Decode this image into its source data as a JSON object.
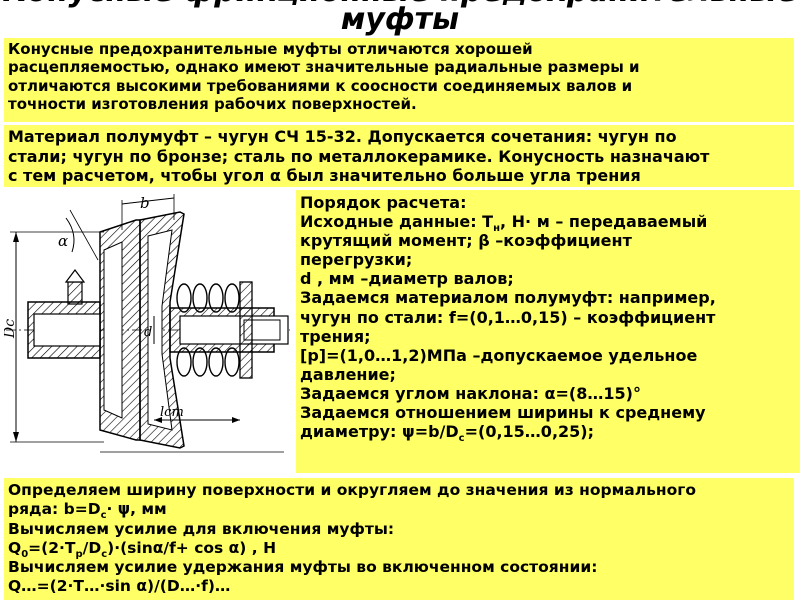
{
  "slide": {
    "title": "Конусные фрикционные предохранительные муфты"
  },
  "intro": {
    "lines": [
      "Конусные предохранительные муфты отличаются хорошей",
      "расцепляемостью, однако имеют значительные радиальные размеры и",
      "отличаются высокими требованиями к соосности соединяемых валов и",
      "точности изготовления рабочих поверхностей."
    ]
  },
  "material": {
    "lines": [
      "Материал полумуфт – чугун СЧ 15-32. Допускается сочетания: чугун по",
      "стали; чугун по бронзе; сталь по металлокерамике. Конусность назначают",
      "с тем расчетом, чтобы угол α был значительно больше угла трения"
    ]
  },
  "figure": {
    "label_b": "b",
    "label_alpha": "α",
    "label_Dc": "Dc",
    "label_d": "d",
    "label_lst": "lст"
  },
  "calc": {
    "heading": "Порядок расчета:",
    "t_source_a": "Исходные данные: Т",
    "t_source_sub": "н",
    "t_source_b": ", Н· м – передаваемый",
    "t_torque": "крутящий момент; β –коэффициент",
    "t_overload": "перегрузки;",
    "t_diam": "d , мм –диаметр валов;",
    "t_mat1": "Задаемся материалом полумуфт: например,",
    "t_mat2": "чугун по стали: f=(0,1…0,15) – коэффициент",
    "t_friction": "трения;",
    "t_press1": "[p]=(1,0…1,2)МПа –допускаемое удельное",
    "t_press2": "давление;",
    "t_angle": "Задаемся углом наклона: α=(8…15)°",
    "t_ratio1": "Задаемся отношением ширины к среднему",
    "t_ratio2a": "диаметру: ψ=b/D",
    "t_ratio2_sub": "с",
    "t_ratio2b": "=(0,15…0,25);"
  },
  "steps": {
    "width1": "Определяем ширину поверхности и округляем до значения из нормального",
    "width2a": "ряда: b=D",
    "width2_sub": "с",
    "width2b": "· ψ, мм",
    "force_on": "Вычисляем усилие для включения муфты:",
    "q0_a": "Q",
    "q0_sub1": "0",
    "q0_b": "=(2·T",
    "q0_sub2": "р",
    "q0_c": "/D",
    "q0_sub3": "с",
    "q0_d": ")·(sinα/f+ cos α) , Н",
    "force_hold": "Вычисляем усилие удержания муфты во включенном состоянии:",
    "cut_line": "Q…=(2·T…·sin α)/(D…·f)…"
  },
  "colors": {
    "highlight": "#ffff66",
    "text": "#000000",
    "background": "#ffffff"
  }
}
